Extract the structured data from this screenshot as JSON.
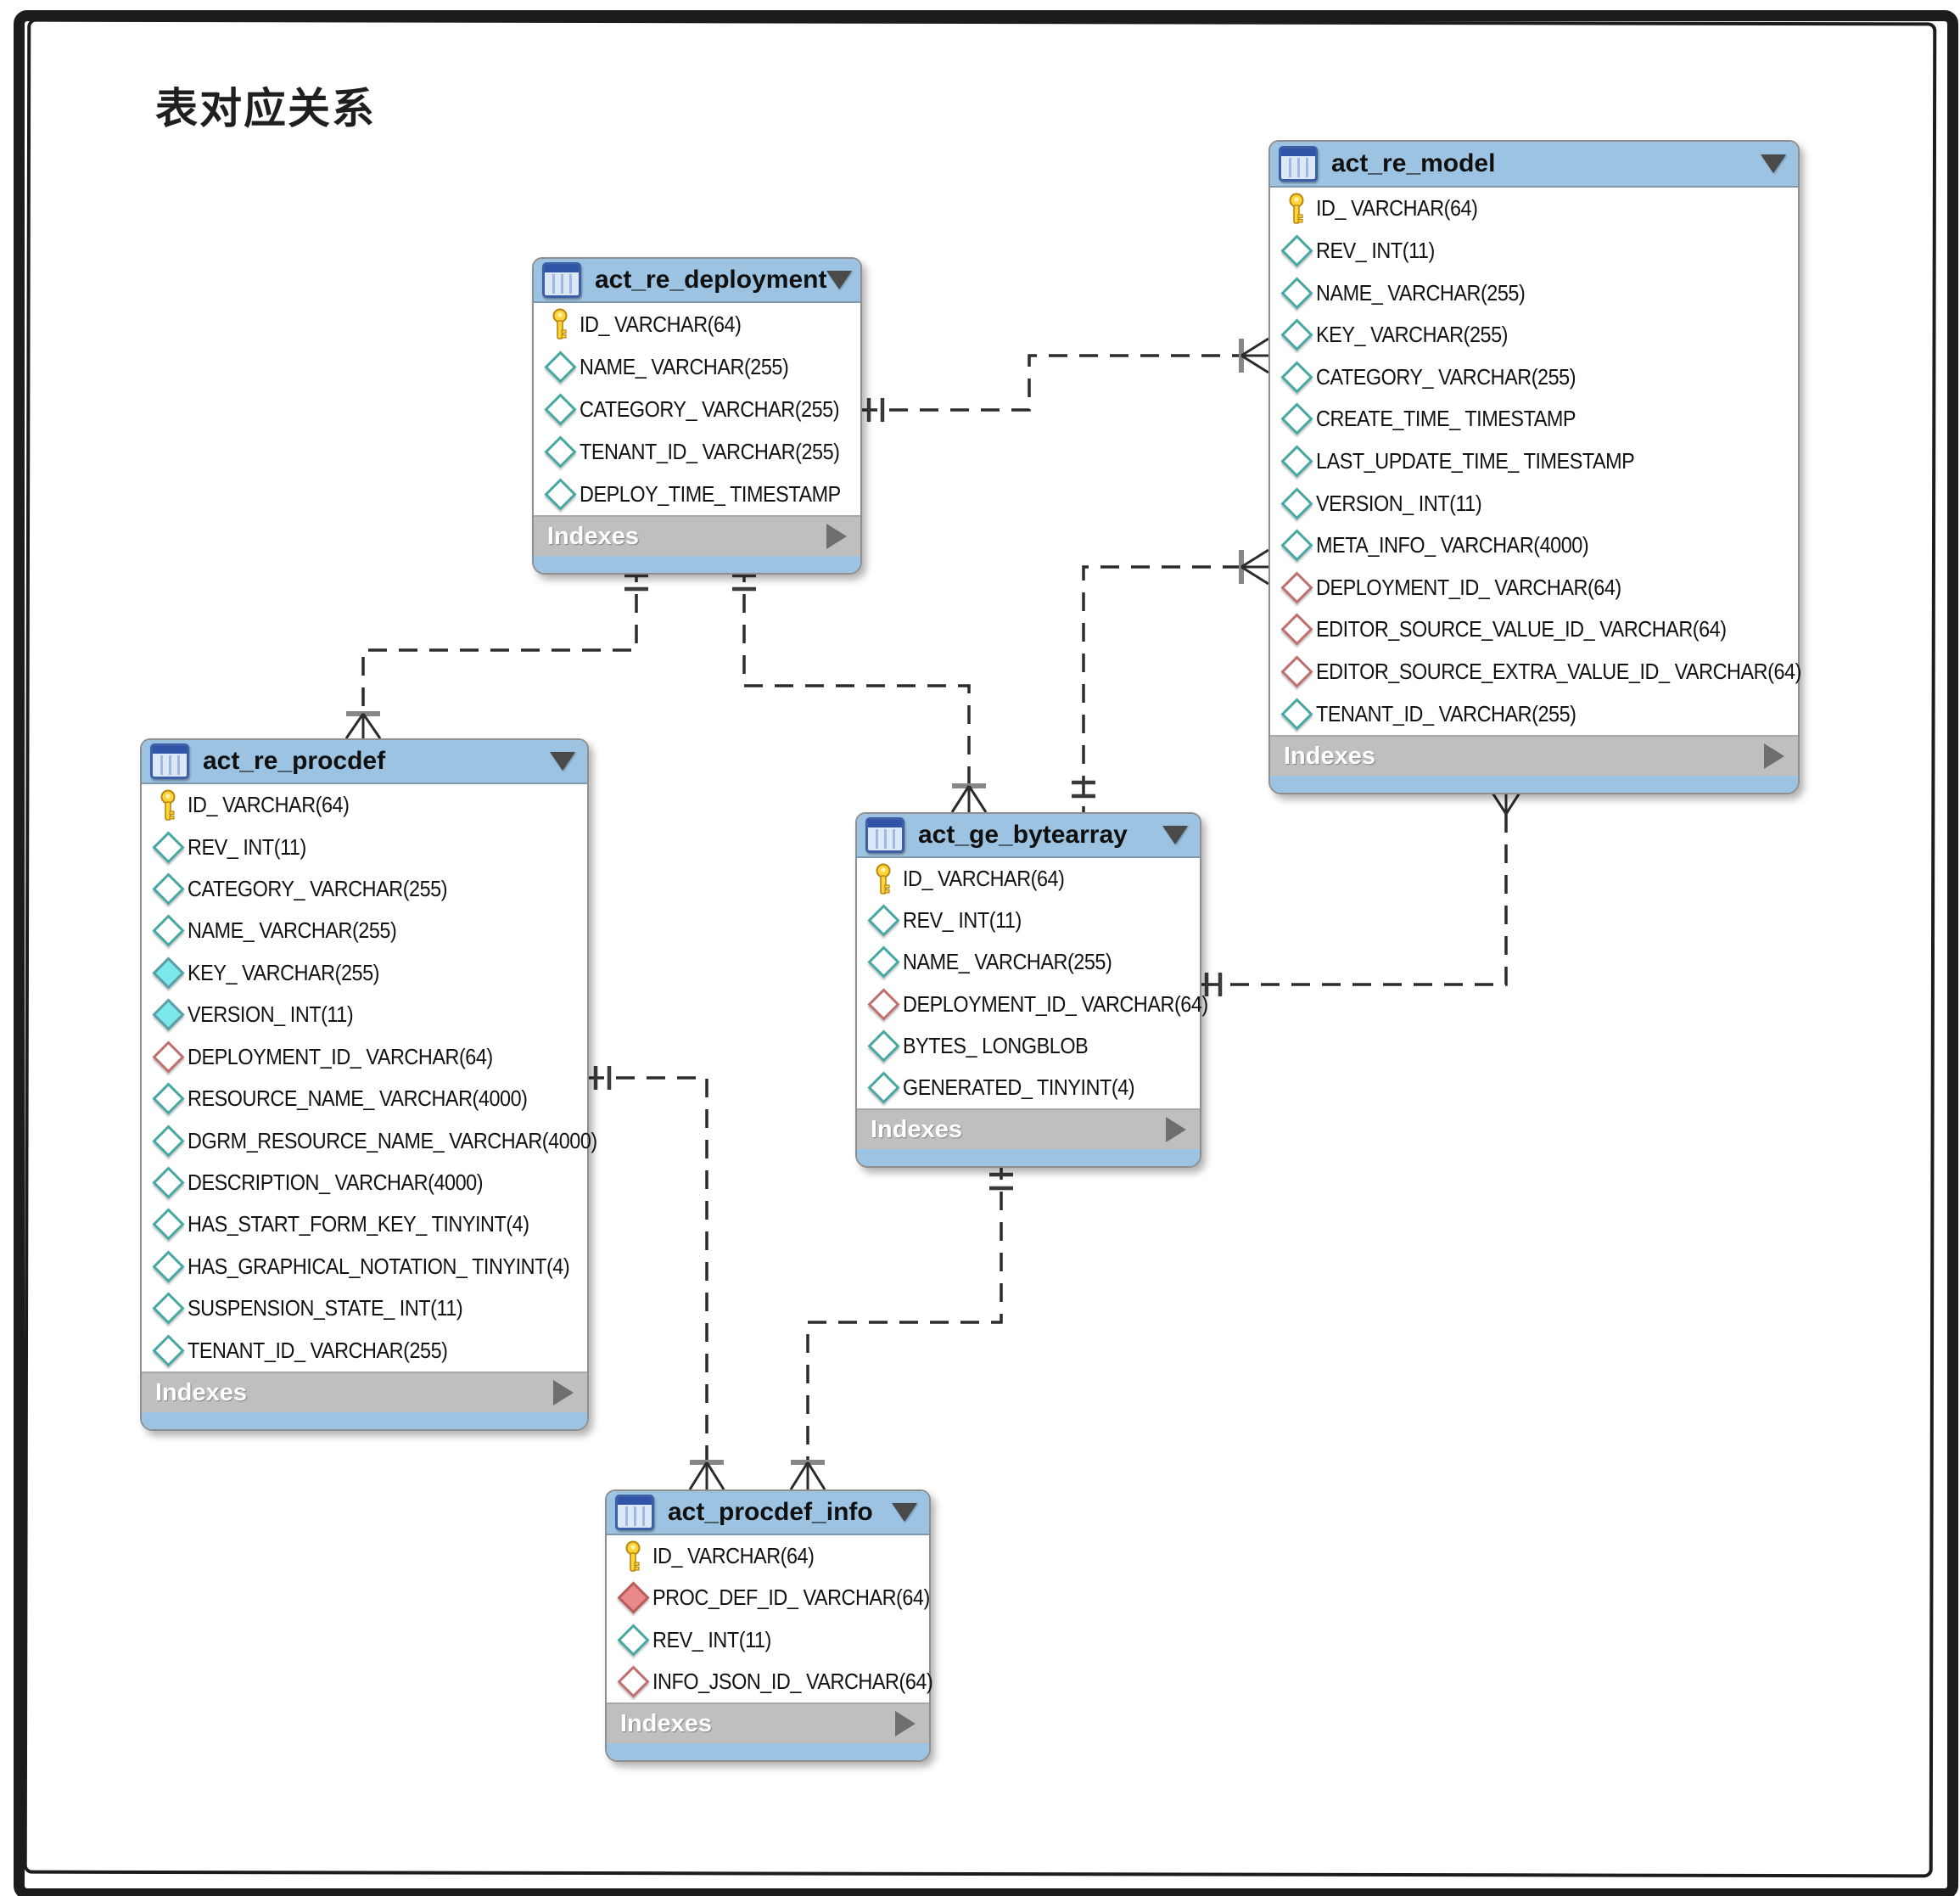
{
  "page": {
    "title": "表对应关系"
  },
  "colors": {
    "table_header": "#9CC3E1",
    "indexes_band": "#BFBFBF",
    "indexes_text": "#FFFFFF",
    "table_body": "#FFFFFF",
    "table_border": "#8F8F8F",
    "primary_key_icon": "#FFD43A",
    "attribute_diamond": "#47A8A2",
    "attribute_diamond_fill": "#7DE8EC",
    "foreign_key_diamond": "#C06E6E",
    "foreign_key_diamond_fill": "#E88A8A",
    "connector": "#2B2B2B",
    "frame": "#1C1C1C"
  },
  "tables": [
    {
      "id": "act_re_deployment",
      "title": "act_re_deployment",
      "indexes_label": "Indexes",
      "columns": [
        {
          "label": "ID_ VARCHAR(64)",
          "icon": "primary-key"
        },
        {
          "label": "NAME_ VARCHAR(255)",
          "icon": "nullable"
        },
        {
          "label": "CATEGORY_ VARCHAR(255)",
          "icon": "nullable"
        },
        {
          "label": "TENANT_ID_ VARCHAR(255)",
          "icon": "nullable"
        },
        {
          "label": "DEPLOY_TIME_ TIMESTAMP",
          "icon": "nullable"
        }
      ]
    },
    {
      "id": "act_re_model",
      "title": "act_re_model",
      "indexes_label": "Indexes",
      "columns": [
        {
          "label": "ID_ VARCHAR(64)",
          "icon": "primary-key"
        },
        {
          "label": "REV_ INT(11)",
          "icon": "nullable"
        },
        {
          "label": "NAME_ VARCHAR(255)",
          "icon": "nullable"
        },
        {
          "label": "KEY_ VARCHAR(255)",
          "icon": "nullable"
        },
        {
          "label": "CATEGORY_ VARCHAR(255)",
          "icon": "nullable"
        },
        {
          "label": "CREATE_TIME_ TIMESTAMP",
          "icon": "nullable"
        },
        {
          "label": "LAST_UPDATE_TIME_ TIMESTAMP",
          "icon": "nullable"
        },
        {
          "label": "VERSION_ INT(11)",
          "icon": "nullable"
        },
        {
          "label": "META_INFO_ VARCHAR(4000)",
          "icon": "nullable"
        },
        {
          "label": "DEPLOYMENT_ID_ VARCHAR(64)",
          "icon": "fk-nullable"
        },
        {
          "label": "EDITOR_SOURCE_VALUE_ID_ VARCHAR(64)",
          "icon": "fk-nullable"
        },
        {
          "label": "EDITOR_SOURCE_EXTRA_VALUE_ID_ VARCHAR(64)",
          "icon": "fk-nullable"
        },
        {
          "label": "TENANT_ID_ VARCHAR(255)",
          "icon": "nullable"
        }
      ]
    },
    {
      "id": "act_re_procdef",
      "title": "act_re_procdef",
      "indexes_label": "Indexes",
      "columns": [
        {
          "label": "ID_ VARCHAR(64)",
          "icon": "primary-key"
        },
        {
          "label": "REV_ INT(11)",
          "icon": "nullable"
        },
        {
          "label": "CATEGORY_ VARCHAR(255)",
          "icon": "nullable"
        },
        {
          "label": "NAME_ VARCHAR(255)",
          "icon": "nullable"
        },
        {
          "label": "KEY_ VARCHAR(255)",
          "icon": "not-null"
        },
        {
          "label": "VERSION_ INT(11)",
          "icon": "not-null"
        },
        {
          "label": "DEPLOYMENT_ID_ VARCHAR(64)",
          "icon": "fk-nullable"
        },
        {
          "label": "RESOURCE_NAME_ VARCHAR(4000)",
          "icon": "nullable"
        },
        {
          "label": "DGRM_RESOURCE_NAME_ VARCHAR(4000)",
          "icon": "nullable"
        },
        {
          "label": "DESCRIPTION_ VARCHAR(4000)",
          "icon": "nullable"
        },
        {
          "label": "HAS_START_FORM_KEY_ TINYINT(4)",
          "icon": "nullable"
        },
        {
          "label": "HAS_GRAPHICAL_NOTATION_ TINYINT(4)",
          "icon": "nullable"
        },
        {
          "label": "SUSPENSION_STATE_ INT(11)",
          "icon": "nullable"
        },
        {
          "label": "TENANT_ID_ VARCHAR(255)",
          "icon": "nullable"
        }
      ]
    },
    {
      "id": "act_ge_bytearray",
      "title": "act_ge_bytearray",
      "indexes_label": "Indexes",
      "columns": [
        {
          "label": "ID_ VARCHAR(64)",
          "icon": "primary-key"
        },
        {
          "label": "REV_ INT(11)",
          "icon": "nullable"
        },
        {
          "label": "NAME_ VARCHAR(255)",
          "icon": "nullable"
        },
        {
          "label": "DEPLOYMENT_ID_ VARCHAR(64)",
          "icon": "fk-nullable"
        },
        {
          "label": "BYTES_ LONGBLOB",
          "icon": "nullable"
        },
        {
          "label": "GENERATED_ TINYINT(4)",
          "icon": "nullable"
        }
      ]
    },
    {
      "id": "act_procdef_info",
      "title": "act_procdef_info",
      "indexes_label": "Indexes",
      "columns": [
        {
          "label": "ID_ VARCHAR(64)",
          "icon": "primary-key"
        },
        {
          "label": "PROC_DEF_ID_ VARCHAR(64)",
          "icon": "fk-not-null"
        },
        {
          "label": "REV_ INT(11)",
          "icon": "nullable"
        },
        {
          "label": "INFO_JSON_ID_ VARCHAR(64)",
          "icon": "fk-nullable"
        }
      ]
    }
  ],
  "relationships": [
    {
      "from": "act_re_deployment",
      "from_end": "one-and-only-one",
      "to": "act_re_model",
      "to_end": "one-to-many"
    },
    {
      "from": "act_ge_bytearray",
      "from_end": "one-and-only-one",
      "to": "act_re_model",
      "to_end": "one-to-many"
    },
    {
      "from": "act_ge_bytearray",
      "from_end": "one-and-only-one",
      "to": "act_re_model",
      "to_end": "one-to-many"
    },
    {
      "from": "act_re_deployment",
      "from_end": "one-and-only-one",
      "to": "act_ge_bytearray",
      "to_end": "one-to-many"
    },
    {
      "from": "act_re_deployment",
      "from_end": "one-and-only-one",
      "to": "act_re_procdef",
      "to_end": "one-to-many"
    },
    {
      "from": "act_re_procdef",
      "from_end": "one-and-only-one",
      "to": "act_procdef_info",
      "to_end": "one-to-many"
    },
    {
      "from": "act_ge_bytearray",
      "from_end": "one-and-only-one",
      "to": "act_procdef_info",
      "to_end": "one-to-many"
    }
  ]
}
